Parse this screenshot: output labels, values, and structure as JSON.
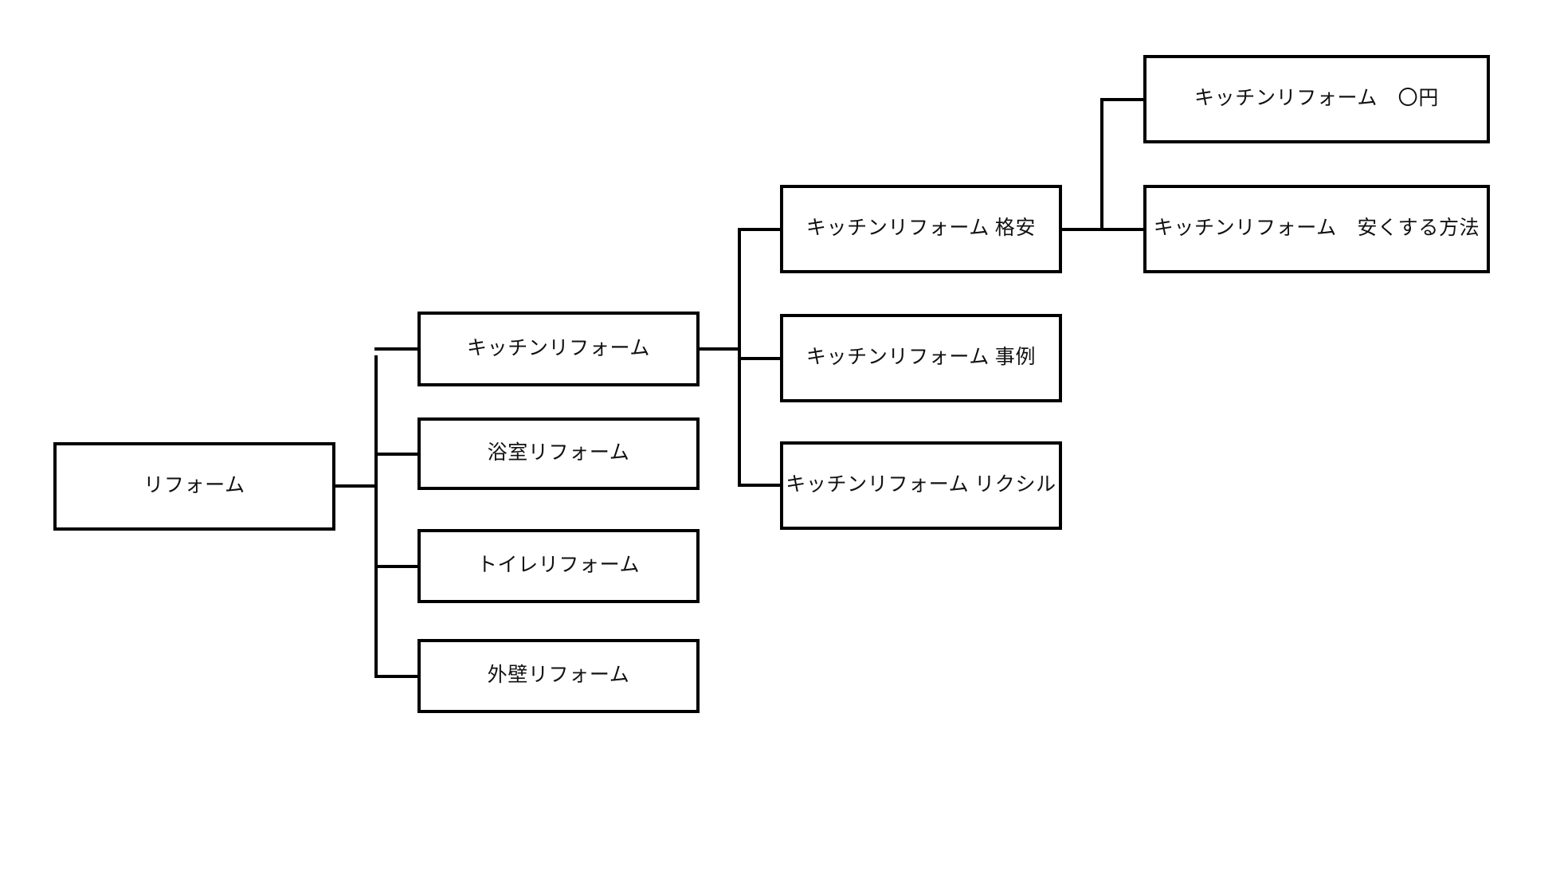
{
  "diagram": {
    "type": "tree",
    "title": "",
    "orientation": "left-to-right",
    "background_color": "#ffffff",
    "line_color": "#000000",
    "box_border_color": "#000000",
    "box_fill_color": "#ffffff",
    "text_color": "#111111"
  },
  "nodes": {
    "root": {
      "label": "リフォーム",
      "level": 1
    },
    "level2": [
      {
        "label": "キッチンリフォーム",
        "level": 2
      },
      {
        "label": "浴室リフォーム",
        "level": 2
      },
      {
        "label": "トイレリフォーム",
        "level": 2
      },
      {
        "label": "外壁リフォーム",
        "level": 2
      }
    ],
    "level3": [
      {
        "label": "キッチンリフォーム 格安",
        "level": 3
      },
      {
        "label": "キッチンリフォーム 事例",
        "level": 3
      },
      {
        "label": "キッチンリフォーム リクシル",
        "level": 3
      }
    ],
    "level4": [
      {
        "label": "キッチンリフォーム　〇円",
        "level": 4
      },
      {
        "label": "キッチンリフォーム　安くする方法",
        "level": 4
      }
    ]
  }
}
